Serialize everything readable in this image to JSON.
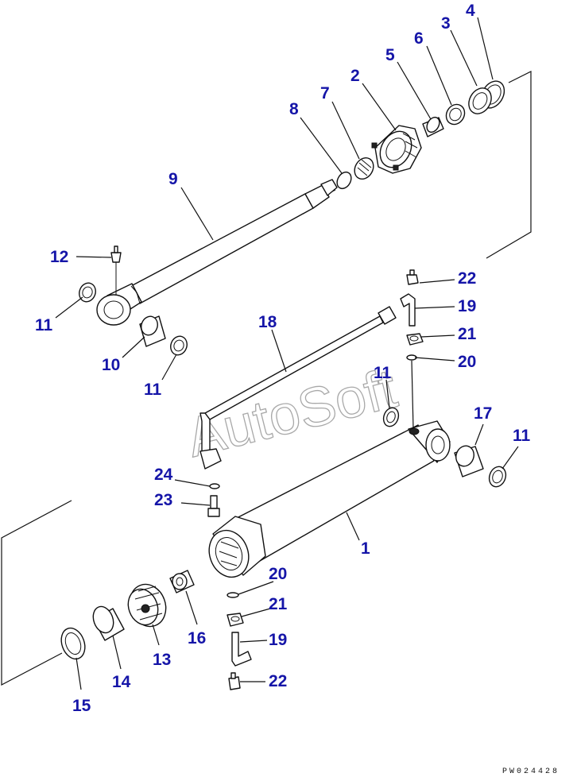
{
  "watermark": "AutoSoft",
  "drawing_id": "PW024428",
  "callouts": {
    "c1": "1",
    "c2": "2",
    "c3": "3",
    "c4": "4",
    "c5": "5",
    "c6": "6",
    "c7": "7",
    "c8": "8",
    "c9": "9",
    "c10": "10",
    "c11a": "11",
    "c11b": "11",
    "c11c": "11",
    "c11d": "11",
    "c12": "12",
    "c13": "13",
    "c14": "14",
    "c15": "15",
    "c16": "16",
    "c17": "17",
    "c18": "18",
    "c19a": "19",
    "c19b": "19",
    "c20a": "20",
    "c20b": "20",
    "c21a": "21",
    "c21b": "21",
    "c22a": "22",
    "c22b": "22",
    "c23": "23",
    "c24": "24"
  },
  "colors": {
    "callout": "#1515a8",
    "line": "#111111",
    "watermark": "#9a9a9a"
  }
}
